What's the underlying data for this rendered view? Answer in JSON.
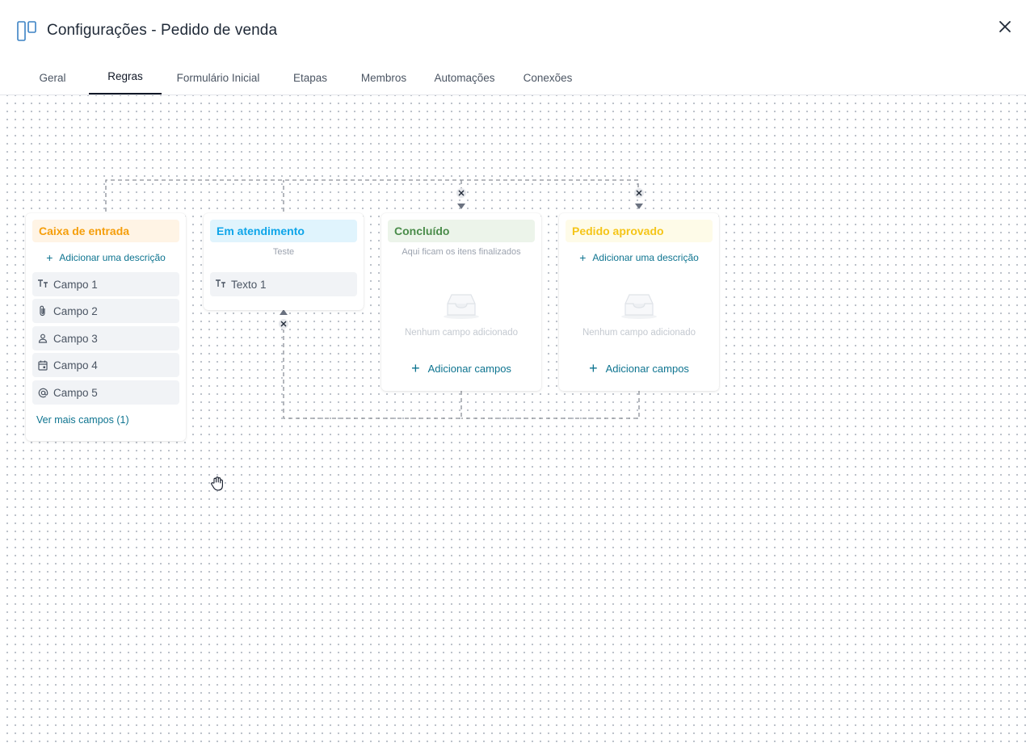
{
  "window": {
    "title": "Configurações - Pedido de venda",
    "logo_icon": "board-columns-icon",
    "close_icon": "close-icon"
  },
  "tabs": [
    {
      "label": "Geral",
      "active": false
    },
    {
      "label": "Regras",
      "active": true
    },
    {
      "label": "Formulário Inicial",
      "active": false
    },
    {
      "label": "Etapas",
      "active": false
    },
    {
      "label": "Membros",
      "active": false
    },
    {
      "label": "Automações",
      "active": false
    },
    {
      "label": "Conexões",
      "active": false
    }
  ],
  "stages": [
    {
      "title": "Caixa de entrada",
      "title_color": "#f59e0b",
      "title_bg": "#fff4e5",
      "add_description": "Adicionar uma descrição",
      "fields": [
        {
          "label": "Campo 1",
          "icon": "text-type-icon"
        },
        {
          "label": "Campo 2",
          "icon": "paperclip-icon"
        },
        {
          "label": "Campo 3",
          "icon": "user-icon"
        },
        {
          "label": "Campo 4",
          "icon": "calendar-icon"
        },
        {
          "label": "Campo 5",
          "icon": "at-sign-icon"
        }
      ],
      "more_fields": "Ver mais campos (1)"
    },
    {
      "title": "Em atendimento",
      "title_color": "#0ea5e9",
      "title_bg": "#e0f4fd",
      "description": "Teste",
      "fields": [
        {
          "label": "Texto 1",
          "icon": "text-type-icon"
        }
      ]
    },
    {
      "title": "Concluído",
      "title_color": "#4a8c4a",
      "title_bg": "#ecf4ea",
      "description": "Aqui ficam os itens finalizados",
      "empty_text": "Nenhum campo adicionado",
      "add_fields": "Adicionar campos"
    },
    {
      "title": "Pedido aprovado",
      "title_color": "#f5c518",
      "title_bg": "#fefbe8",
      "add_description": "Adicionar uma descrição",
      "empty_text": "Nenhum campo adicionado",
      "add_fields": "Adicionar campos"
    }
  ],
  "canvas": {
    "cursor_icon": "grab-hand-icon",
    "remove_connection_icon": "close-icon"
  }
}
